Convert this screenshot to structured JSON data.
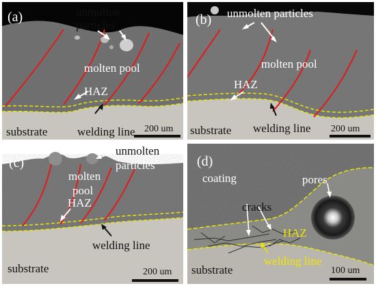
{
  "panels": [
    {
      "id": "a",
      "label": "(a)",
      "annotations": {
        "unmolten": "unmolten",
        "particles": "particles",
        "molten_pool": "molten pool",
        "haz": "HAZ",
        "substrate": "substrate",
        "welding_line": "welding line"
      },
      "scale": "200 um"
    },
    {
      "id": "b",
      "label": "(b)",
      "annotations": {
        "unmolten_particles": "unmolten particles",
        "molten_pool": "molten pool",
        "haz": "HAZ",
        "substrate": "substrate",
        "welding_line": "welding line"
      },
      "scale": "200 um"
    },
    {
      "id": "c",
      "label": "(c)",
      "annotations": {
        "unmolten": "unmolten",
        "particles": "particles",
        "molten": "molten",
        "pool": "pool",
        "haz": "HAZ",
        "substrate": "substrate",
        "welding_line": "welding line"
      },
      "scale": "200 um"
    },
    {
      "id": "d",
      "label": "(d)",
      "annotations": {
        "coating": "coating",
        "pores": "pores",
        "cracks": "cracks",
        "haz": "HAZ",
        "substrate": "substrate",
        "welding_line": "welding line"
      },
      "scale": "100 um"
    }
  ],
  "colors": {
    "fusion_lines": "#e01b1b",
    "haz_boundary": "#e8e600",
    "arrows": "#ffffff",
    "substrate": "#c4c1bb",
    "coating": "#6e6e6e"
  }
}
